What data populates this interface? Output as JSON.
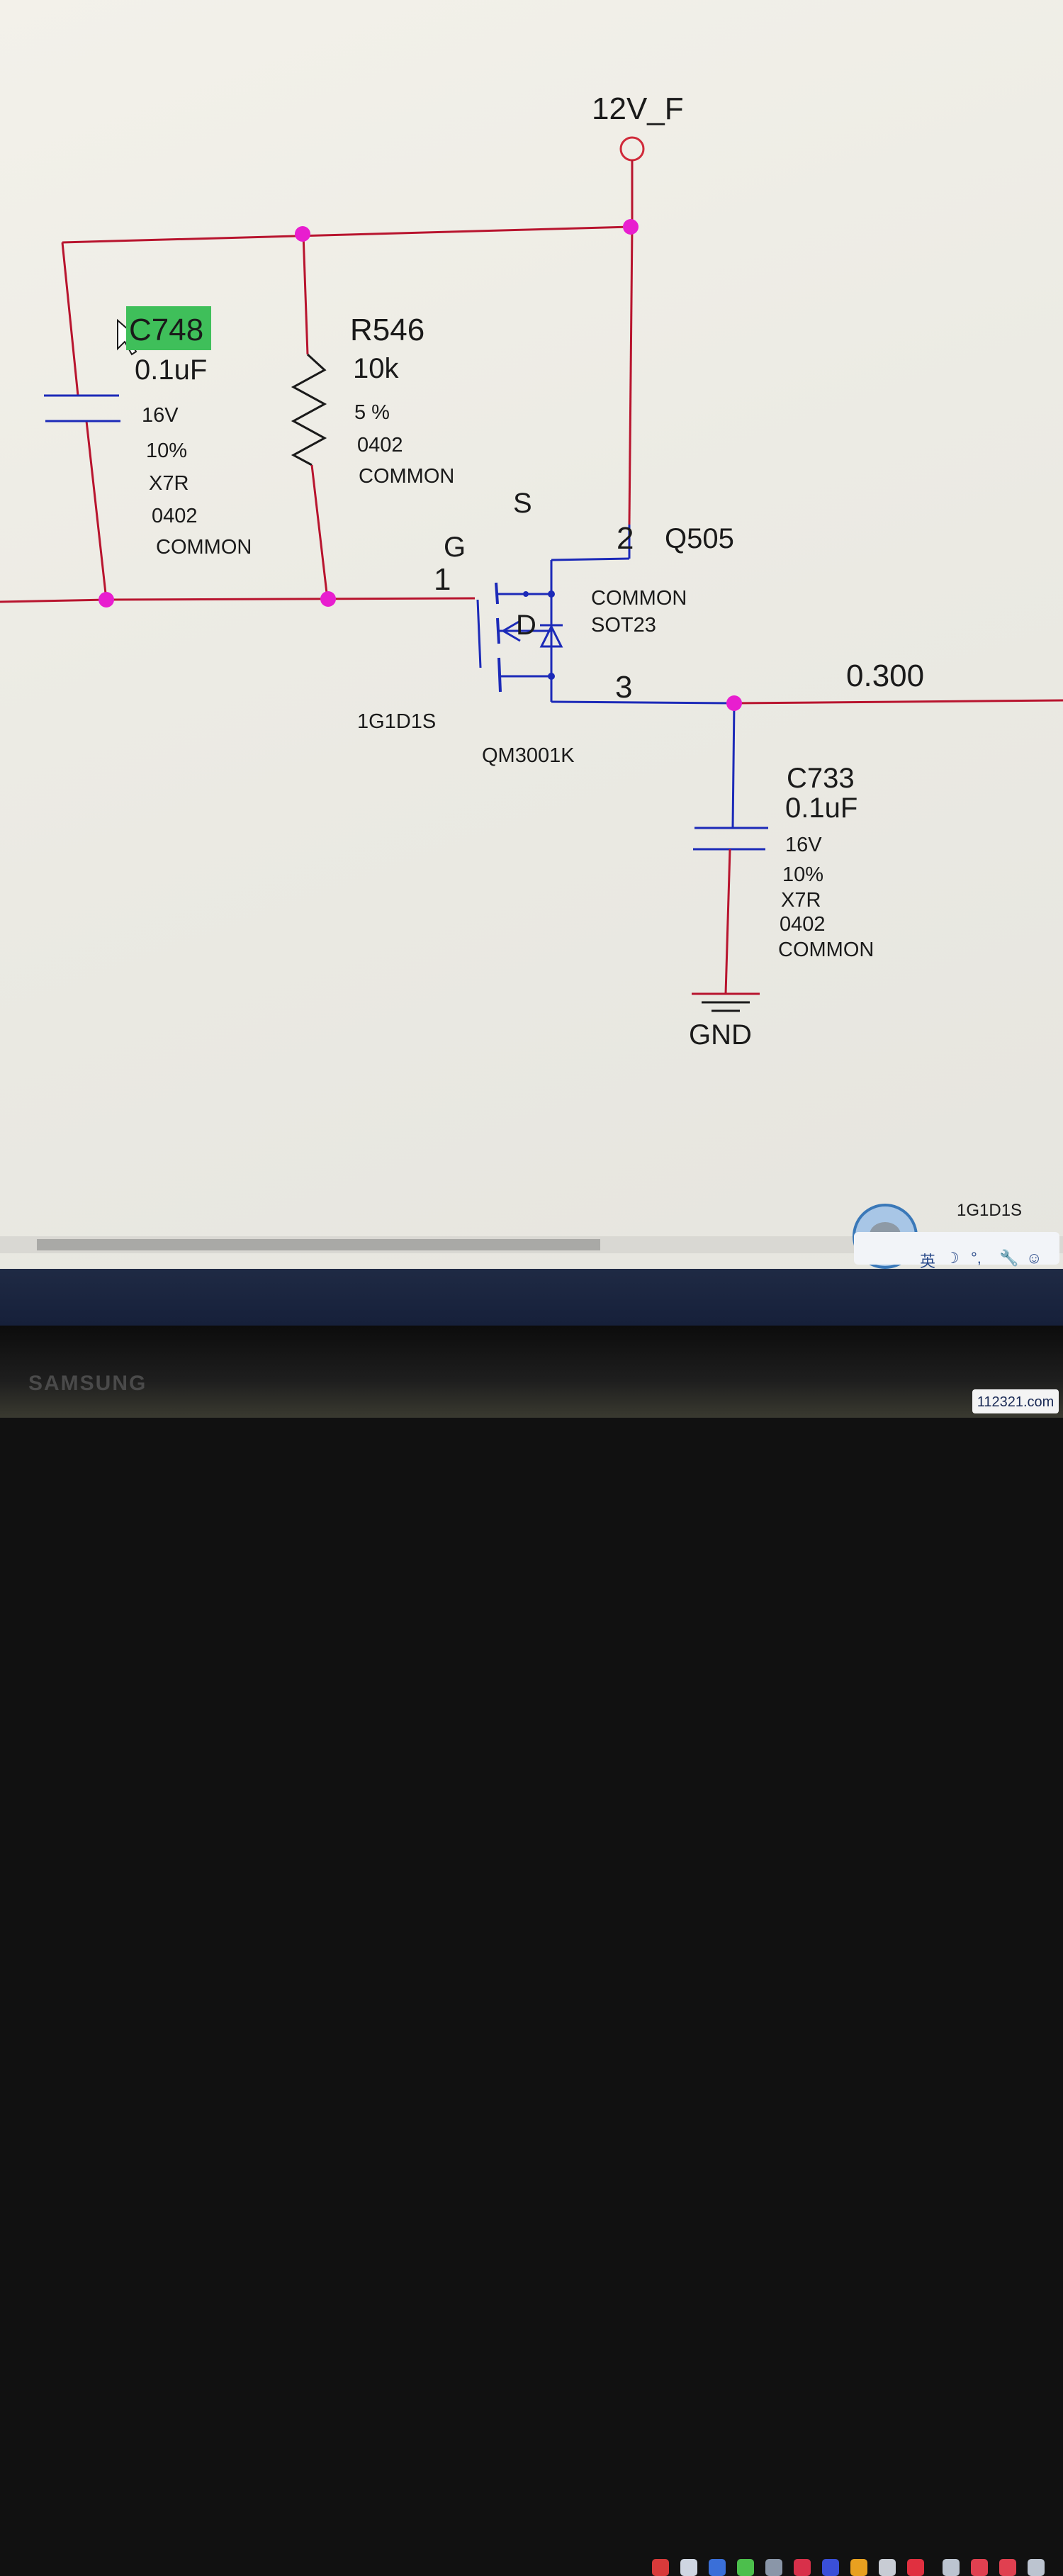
{
  "schematic": {
    "net_top": "12V_F",
    "net_out": "0.300",
    "gnd": "GND",
    "c748": {
      "ref": "C748",
      "value": "0.1uF",
      "voltage": "16V",
      "tolerance": "10%",
      "dielectric": "X7R",
      "package": "0402",
      "type": "COMMON"
    },
    "r546": {
      "ref": "R546",
      "value": "10k",
      "tolerance": "5 %",
      "package": "0402",
      "type": "COMMON"
    },
    "q505": {
      "ref": "Q505",
      "pin_s": "S",
      "pin_g": "G",
      "pin_d": "D",
      "pin1": "1",
      "pin2": "2",
      "pin3": "3",
      "type": "COMMON",
      "package": "SOT23",
      "pinout": "1G1D1S",
      "part": "QM3001K"
    },
    "c733": {
      "ref": "C733",
      "value": "0.1uF",
      "voltage": "16V",
      "tolerance": "10%",
      "dielectric": "X7R",
      "package": "0402",
      "type": "COMMON"
    },
    "corner_label": "1G1D1S"
  },
  "ime": {
    "lang": "英",
    "moon": "☽",
    "punct": "°,",
    "tool": "🔧",
    "smile": "☺"
  },
  "monitor_brand": "SAMSUNG",
  "watermark": "112321.com",
  "colors": {
    "wire_red": "#b8142e",
    "wire_blue": "#1c2ab8",
    "junction": "#e81ecf",
    "net_circle": "#d02a3a",
    "selection": "#3fbf5a"
  }
}
